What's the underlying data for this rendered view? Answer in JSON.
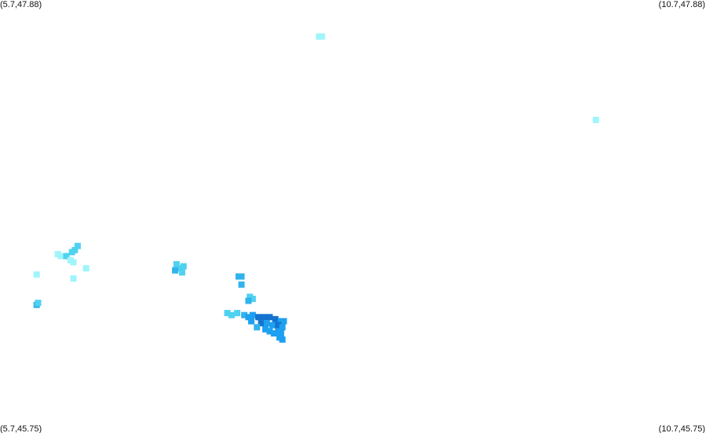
{
  "corners": {
    "top_left": "(5.7,47.88)",
    "top_right": "(10.7,47.88)",
    "bottom_left": "(5.7,45.75)",
    "bottom_right": "(10.7,45.75)"
  },
  "chart_data": {
    "type": "heatmap",
    "title": "",
    "xlabel": "",
    "ylabel": "",
    "xlim": [
      5.7,
      10.7
    ],
    "ylim": [
      45.75,
      47.88
    ],
    "grid": false,
    "legend": "none",
    "palette": {
      "pale_cyan": "#9ff5fb",
      "cyan": "#4fd1f0",
      "mid_blue": "#31b3ec",
      "blue": "#1ea0f0",
      "dark_blue": "#1573d0"
    },
    "points": [
      {
        "lon": 7.96,
        "lat": 47.7,
        "level": "pale_cyan"
      },
      {
        "lon": 7.98,
        "lat": 47.7,
        "level": "pale_cyan"
      },
      {
        "lon": 9.92,
        "lat": 47.29,
        "level": "pale_cyan"
      },
      {
        "lon": 6.11,
        "lat": 46.63,
        "level": "pale_cyan"
      },
      {
        "lon": 6.13,
        "lat": 46.62,
        "level": "pale_cyan"
      },
      {
        "lon": 6.17,
        "lat": 46.62,
        "level": "cyan"
      },
      {
        "lon": 6.2,
        "lat": 46.6,
        "level": "pale_cyan"
      },
      {
        "lon": 6.22,
        "lat": 46.59,
        "level": "pale_cyan"
      },
      {
        "lon": 6.23,
        "lat": 46.65,
        "level": "cyan"
      },
      {
        "lon": 6.25,
        "lat": 46.67,
        "level": "cyan"
      },
      {
        "lon": 6.21,
        "lat": 46.64,
        "level": "cyan"
      },
      {
        "lon": 6.31,
        "lat": 46.56,
        "level": "pale_cyan"
      },
      {
        "lon": 5.96,
        "lat": 46.53,
        "level": "pale_cyan"
      },
      {
        "lon": 6.22,
        "lat": 46.51,
        "level": "pale_cyan"
      },
      {
        "lon": 5.96,
        "lat": 46.38,
        "level": "mid_blue"
      },
      {
        "lon": 5.97,
        "lat": 46.39,
        "level": "cyan"
      },
      {
        "lon": 6.95,
        "lat": 46.58,
        "level": "cyan"
      },
      {
        "lon": 6.98,
        "lat": 46.56,
        "level": "cyan"
      },
      {
        "lon": 7.0,
        "lat": 46.57,
        "level": "cyan"
      },
      {
        "lon": 6.94,
        "lat": 46.55,
        "level": "mid_blue"
      },
      {
        "lon": 6.99,
        "lat": 46.54,
        "level": "cyan"
      },
      {
        "lon": 7.39,
        "lat": 46.52,
        "level": "mid_blue"
      },
      {
        "lon": 7.41,
        "lat": 46.52,
        "level": "mid_blue"
      },
      {
        "lon": 7.41,
        "lat": 46.48,
        "level": "mid_blue"
      },
      {
        "lon": 7.47,
        "lat": 46.42,
        "level": "cyan"
      },
      {
        "lon": 7.49,
        "lat": 46.41,
        "level": "cyan"
      },
      {
        "lon": 7.46,
        "lat": 46.4,
        "level": "mid_blue"
      },
      {
        "lon": 7.31,
        "lat": 46.34,
        "level": "cyan"
      },
      {
        "lon": 7.34,
        "lat": 46.33,
        "level": "cyan"
      },
      {
        "lon": 7.38,
        "lat": 46.34,
        "level": "cyan"
      },
      {
        "lon": 7.43,
        "lat": 46.33,
        "level": "mid_blue"
      },
      {
        "lon": 7.46,
        "lat": 46.32,
        "level": "blue"
      },
      {
        "lon": 7.49,
        "lat": 46.33,
        "level": "blue"
      },
      {
        "lon": 7.53,
        "lat": 46.32,
        "level": "dark_blue"
      },
      {
        "lon": 7.57,
        "lat": 46.32,
        "level": "dark_blue"
      },
      {
        "lon": 7.61,
        "lat": 46.32,
        "level": "dark_blue"
      },
      {
        "lon": 7.65,
        "lat": 46.31,
        "level": "dark_blue"
      },
      {
        "lon": 7.69,
        "lat": 46.3,
        "level": "blue"
      },
      {
        "lon": 7.71,
        "lat": 46.3,
        "level": "blue"
      },
      {
        "lon": 7.48,
        "lat": 46.3,
        "level": "blue"
      },
      {
        "lon": 7.55,
        "lat": 46.29,
        "level": "dark_blue"
      },
      {
        "lon": 7.59,
        "lat": 46.29,
        "level": "blue"
      },
      {
        "lon": 7.63,
        "lat": 46.28,
        "level": "blue"
      },
      {
        "lon": 7.67,
        "lat": 46.28,
        "level": "dark_blue"
      },
      {
        "lon": 7.7,
        "lat": 46.27,
        "level": "blue"
      },
      {
        "lon": 7.58,
        "lat": 46.26,
        "level": "blue"
      },
      {
        "lon": 7.61,
        "lat": 46.25,
        "level": "blue"
      },
      {
        "lon": 7.64,
        "lat": 46.24,
        "level": "blue"
      },
      {
        "lon": 7.67,
        "lat": 46.25,
        "level": "blue"
      },
      {
        "lon": 7.69,
        "lat": 46.24,
        "level": "blue"
      },
      {
        "lon": 7.52,
        "lat": 46.27,
        "level": "mid_blue"
      },
      {
        "lon": 7.68,
        "lat": 46.22,
        "level": "blue"
      },
      {
        "lon": 7.7,
        "lat": 46.21,
        "level": "blue"
      }
    ]
  }
}
